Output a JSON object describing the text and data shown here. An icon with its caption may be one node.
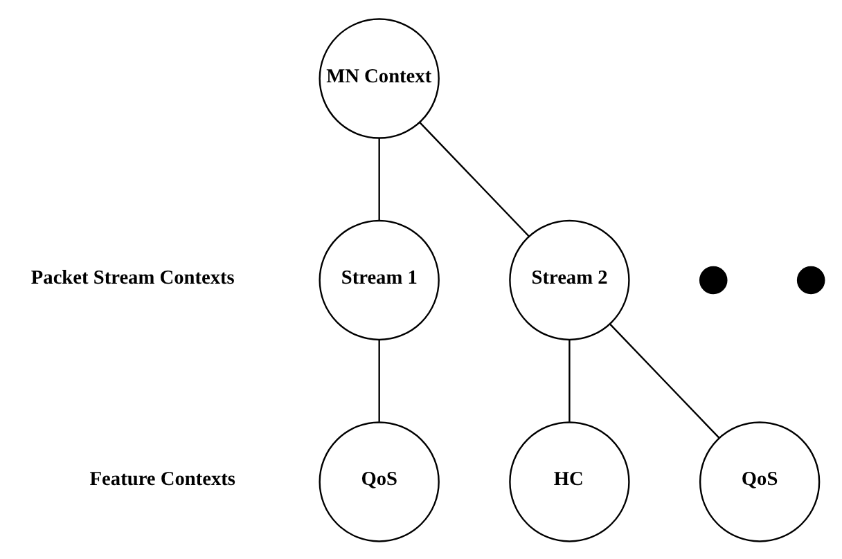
{
  "diagram": {
    "nodes": [
      {
        "text": [
          "MN Context"
        ]
      },
      {
        "text": [
          "Stream 1"
        ]
      },
      {
        "text": [
          "Stream 2"
        ]
      },
      {
        "text": [
          "QoS"
        ]
      },
      {
        "text": [
          "HC"
        ]
      },
      {
        "text": [
          "QoS"
        ]
      },
      {
        "text": [],
        "shape": "circle"
      },
      {
        "text": [],
        "shape": "circle"
      }
    ],
    "edges": [
      {
        "from": 0,
        "to": 1,
        "arrow": "none"
      },
      {
        "from": 0,
        "to": 2,
        "arrow": "none"
      },
      {
        "from": 1,
        "to": 3,
        "arrow": "none"
      },
      {
        "from": 2,
        "to": 4,
        "arrow": "none"
      },
      {
        "from": 2,
        "to": 5,
        "arrow": "none"
      }
    ],
    "labels": [
      "Packet Stream Contexts",
      "Feature Contexts"
    ]
  }
}
